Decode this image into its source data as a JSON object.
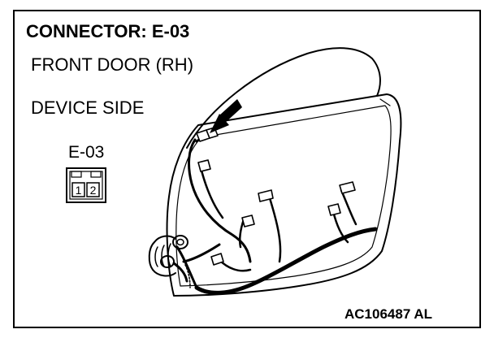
{
  "title": "CONNECTOR: E-03",
  "location": "FRONT DOOR (RH)",
  "side": "DEVICE SIDE",
  "connector": {
    "name": "E-03",
    "pins": [
      "1",
      "2"
    ]
  },
  "reference_code": "AC106487 AL"
}
